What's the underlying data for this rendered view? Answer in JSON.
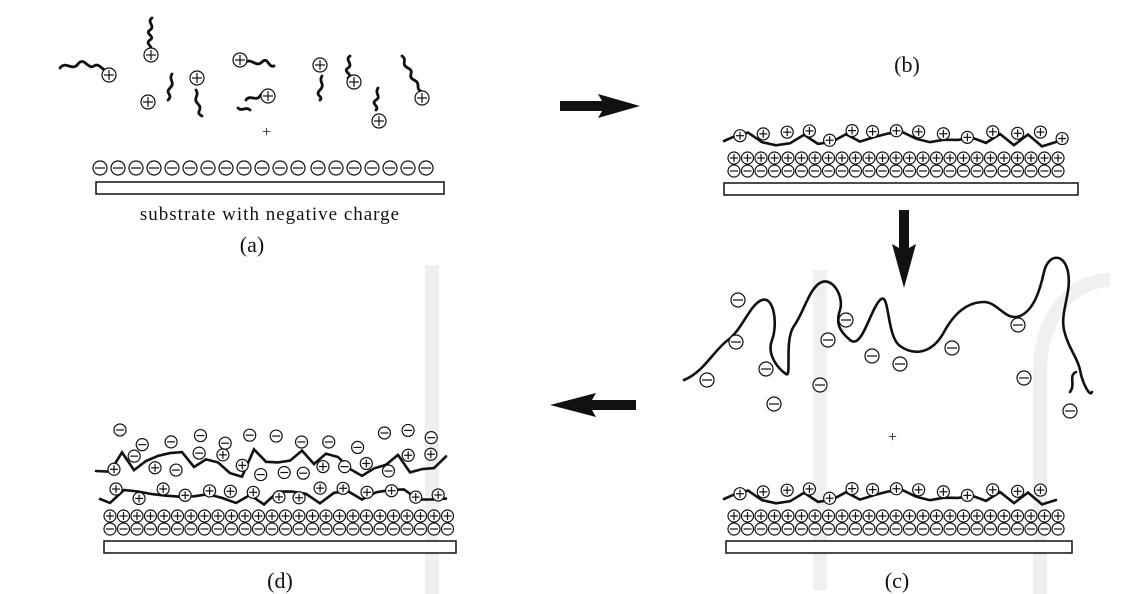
{
  "panels": {
    "a": {
      "label": "(a)",
      "caption": "substrate with negative charge"
    },
    "b": {
      "label": "(b)"
    },
    "c": {
      "label": "(c)"
    },
    "d": {
      "label": "(d)"
    }
  },
  "mix_sign": "+",
  "charge_symbols": {
    "positive": "+",
    "negative": "−"
  },
  "colors": {
    "ink": "#111111",
    "background": "#ffffff",
    "watermark": "#f0f0f0"
  }
}
